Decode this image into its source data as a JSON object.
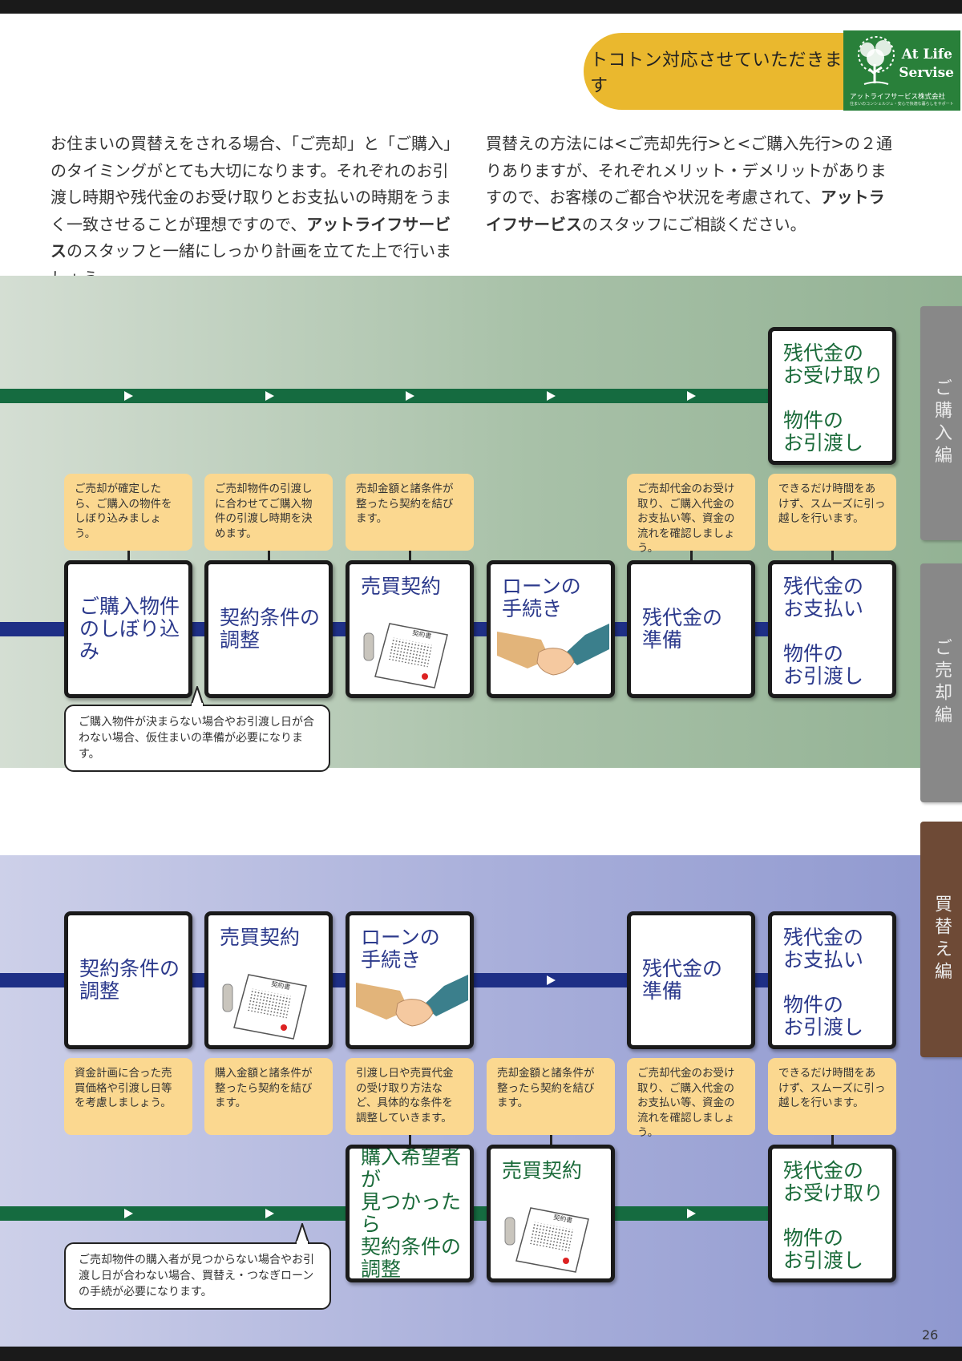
{
  "header": {
    "tagline": "トコトン対応させていただきます",
    "logo": {
      "text_en_1": "At Life",
      "text_en_2": "Servise",
      "text_jp": "アットライフサービス株式会社",
      "sub": "住まいのコンシェルジュ・安心で快適な暮らしをサポート"
    }
  },
  "intro": {
    "left": {
      "p1": "お住まいの買替えをされる場合、「ご売却」と「ご購入」のタイミングがとても大切になります。それぞれのお引渡し時期や残代金のお受け取りとお支払いの時期をうまく一致させることが理想ですので、",
      "strong": "アットライフサービス",
      "p2": "のスタッフと一緒にしっかり計画を立てた上で行いましょう。"
    },
    "right": {
      "p1": "買替えの方法には<ご売却先行>と<ご購入先行>の２通りありますが、それぞれメリット・デメリットがありますので、お客様のご都合や状況を考慮されて、",
      "strong": "アットライフサービス",
      "p2": "のスタッフにご相談ください。"
    }
  },
  "tabs": {
    "kounyu": "ご購入編",
    "baikyaku": "ご売却編",
    "kaikae": "買替え編"
  },
  "section1": {
    "purchase_box": "残代金の\nお受け取り\n\n物件の\nお引渡し",
    "notes": [
      "ご売却が確定したら、ご購入の物件をしぼり込みましょう。",
      "ご売却物件の引渡しに合わせてご購入物件の引渡し時期を決めます。",
      "売却金額と諸条件が整ったら契約を結びます。",
      "ご売却代金のお受け取り、ご購入代金のお支払い等、資金の流れを確認しましょう。",
      "できるだけ時間をあけず、スムーズに引っ越しを行います。"
    ],
    "boxes": [
      "ご購入物件\nのしぼり込み",
      "契約条件の\n調整",
      "売買契約",
      "ローンの\n手続き",
      "残代金の\n準備",
      "残代金の\nお支払い\n\n物件の\nお引渡し"
    ],
    "callout": "ご購入物件が決まらない場合やお引渡し日が合わない場合、仮住まいの準備が必要になります。"
  },
  "section2": {
    "boxes": [
      "契約条件の\n調整",
      "売買契約",
      "ローンの\n手続き",
      "残代金の\n準備",
      "残代金の\nお支払い\n\n物件の\nお引渡し"
    ],
    "notes": [
      "資金計画に合った売買価格や引渡し日等を考慮しましょう。",
      "購入金額と諸条件が整ったら契約を結びます。",
      "引渡し日や売買代金の受け取り方法など、具体的な条件を調整していきます。",
      "売却金額と諸条件が整ったら契約を結びます。",
      "ご売却代金のお受け取り、ご購入代金のお支払い等、資金の流れを確認しましょう。",
      "できるだけ時間をあけず、スムーズに引っ越しを行います。"
    ],
    "sale_boxes": [
      "購入希望者が\n見つかったら\n契約条件の\n調整",
      "売買契約",
      "残代金の\nお受け取り\n\n物件の\nお引渡し"
    ],
    "callout": "ご売却物件の購入者が見つからない場合やお引渡し日が合わない場合、買替え・つなぎローンの手続が必要になります。"
  },
  "doc_label": "契約書",
  "page_number": "26",
  "colors": {
    "green_line": "#156b40",
    "navy_line": "#1e2f86",
    "note_bg": "#fbd890",
    "pill": "#eab82e",
    "logo_bg": "#29803a"
  }
}
